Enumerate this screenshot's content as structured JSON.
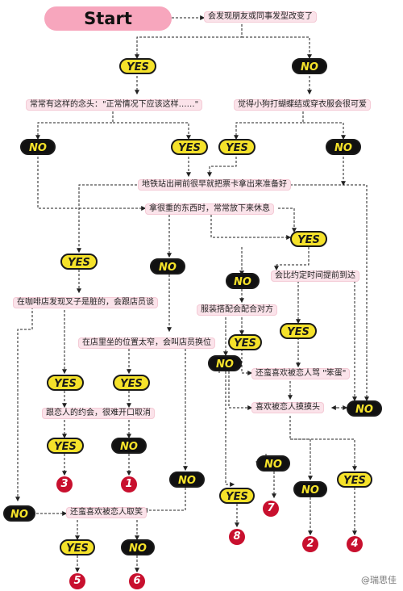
{
  "start": "Start",
  "questions": {
    "q1": "会发现朋友或同事发型改变了",
    "q2": "常常有这样的念头：\"正常情况下应该这样……\"",
    "q3": "觉得小狗打蝴蝶结或穿衣服会很可爱",
    "q4": "地铁站出闸前很早就把票卡拿出来准备好",
    "q5": "拿很重的东西时，常常放下来休息",
    "q6": "会比约定时间提前到达",
    "q7": "在咖啡店发现叉子是脏的，会跟店员谈",
    "q8": "服装搭配会配合对方",
    "q9": "在店里坐的位置太窄，会叫店员换位",
    "q10": "还蛮喜欢被恋人骂 \"笨蛋\"",
    "q11": "喜欢被恋人摸摸头",
    "q12": "跟恋人的约会，很难开口取消",
    "q13": "还蛮喜欢被恋人取笑"
  },
  "labels": {
    "yes": "YES",
    "no": "NO"
  },
  "results": [
    "3",
    "1",
    "7",
    "8",
    "2",
    "4",
    "5",
    "6"
  ],
  "watermark": "@瑞思佳",
  "colors": {
    "start": "#f7a6bd",
    "box": "#fbe3ea",
    "yes": "#f5e22a",
    "no": "#111111",
    "result": "#c8102e"
  }
}
